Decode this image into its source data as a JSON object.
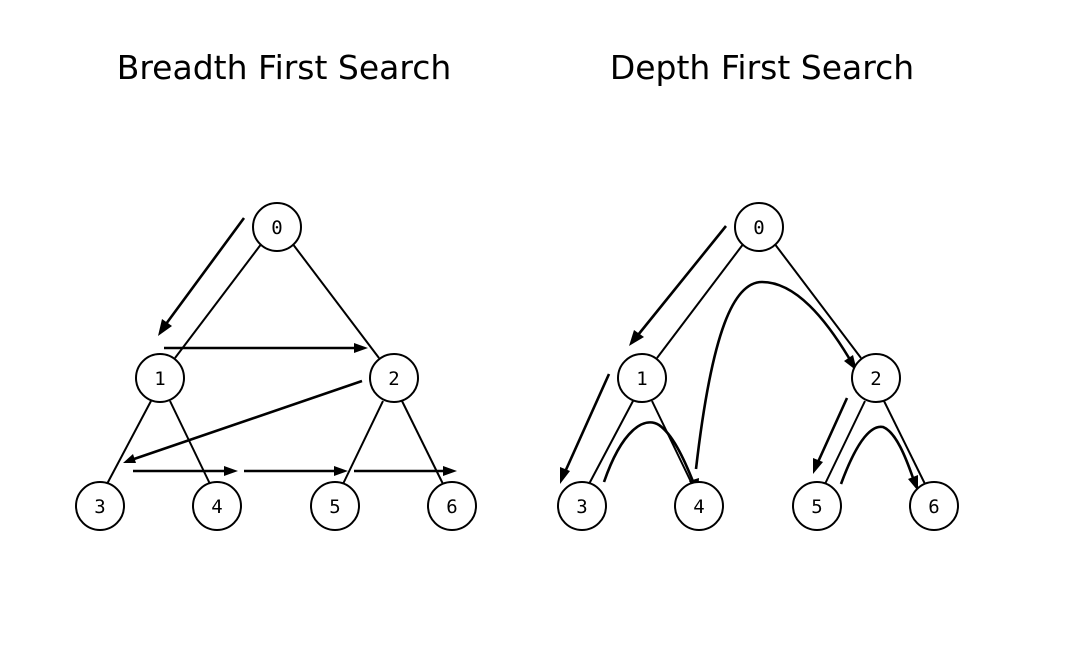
{
  "colors": {
    "ink": "#000000",
    "background": "#ffffff"
  },
  "bfs": {
    "title": "Breadth First Search",
    "nodes": [
      "0",
      "1",
      "2",
      "3",
      "4",
      "5",
      "6"
    ]
  },
  "dfs": {
    "title": "Depth First Search",
    "nodes": [
      "0",
      "1",
      "2",
      "3",
      "4",
      "5",
      "6"
    ]
  }
}
